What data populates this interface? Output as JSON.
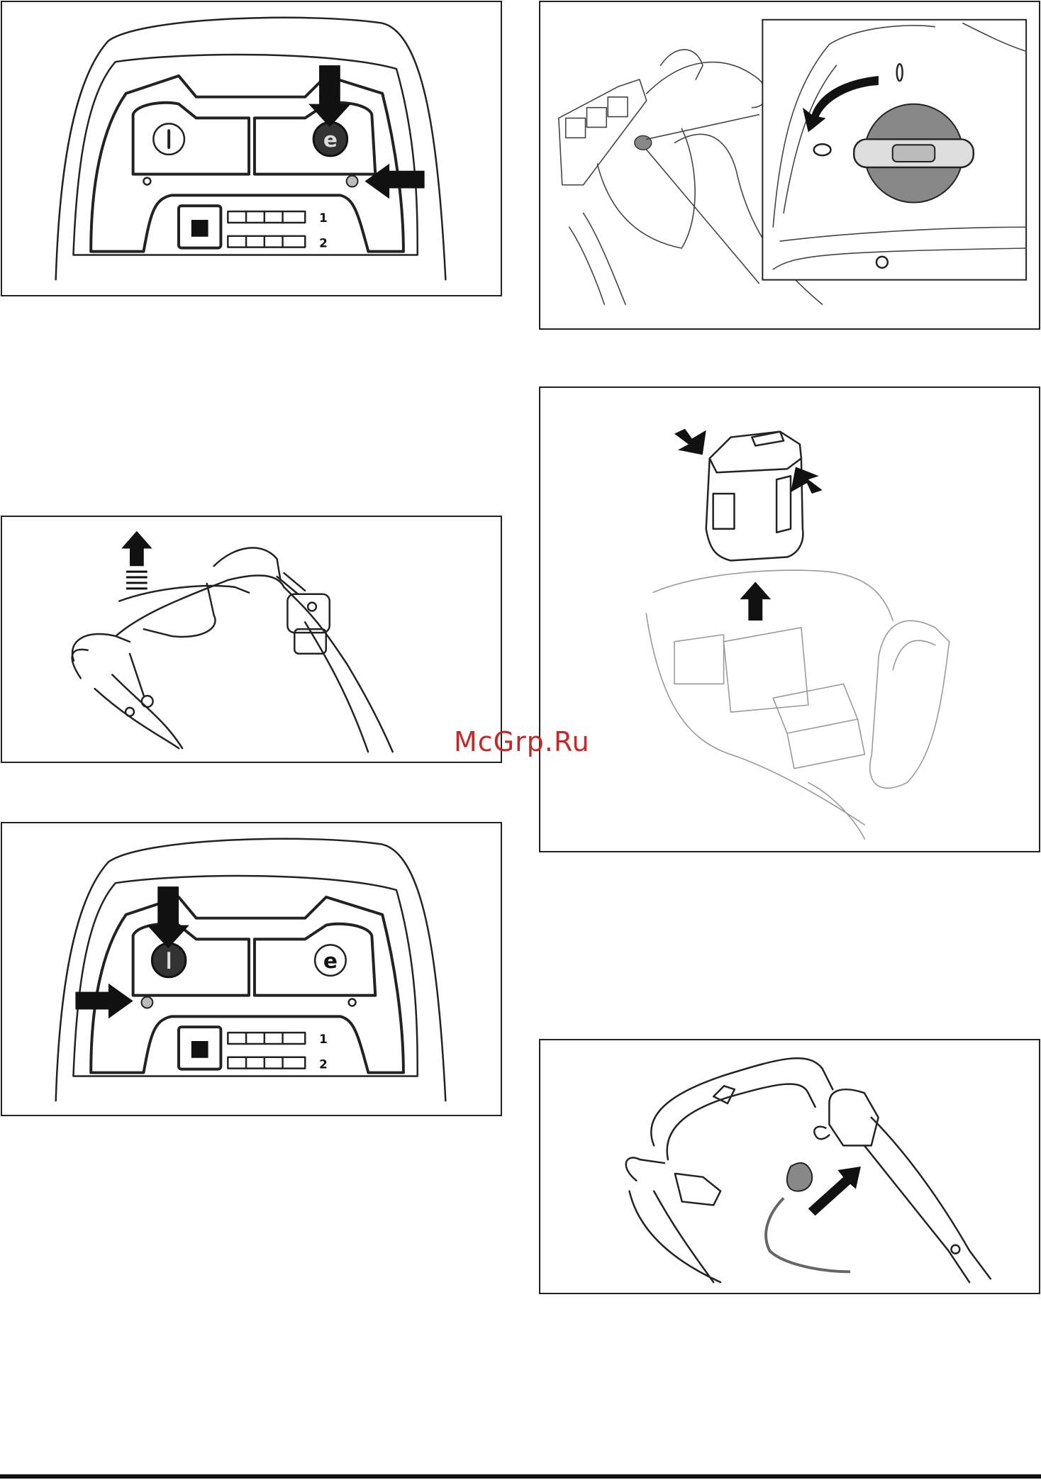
{
  "watermark": {
    "text": "McGrp.Ru",
    "color": "#c62828"
  },
  "panel_labels": {
    "battery_1": "1",
    "battery_2": "2"
  },
  "icons": [
    "power-button-icon",
    "eco-button-icon",
    "stop-square-icon",
    "battery-level-icon",
    "arrow-icon",
    "key-icon"
  ]
}
